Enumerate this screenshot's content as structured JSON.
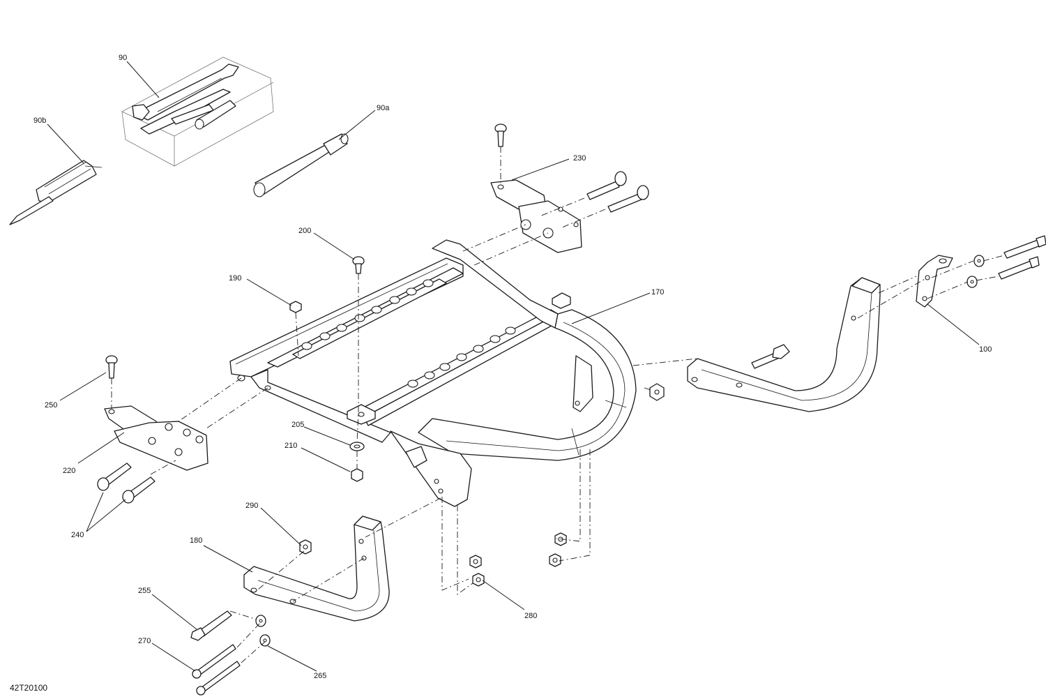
{
  "drawing_number": "42T20100",
  "callouts": {
    "c90": "90",
    "c90a": "90a",
    "c90b": "90b",
    "c100": "100",
    "c170": "170",
    "c180": "180",
    "c190": "190",
    "c200": "200",
    "c205": "205",
    "c210": "210",
    "c220": "220",
    "c230": "230",
    "c240": "240",
    "c250": "250",
    "c255": "255",
    "c265": "265",
    "c270": "270",
    "c280": "280",
    "c290": "290"
  }
}
